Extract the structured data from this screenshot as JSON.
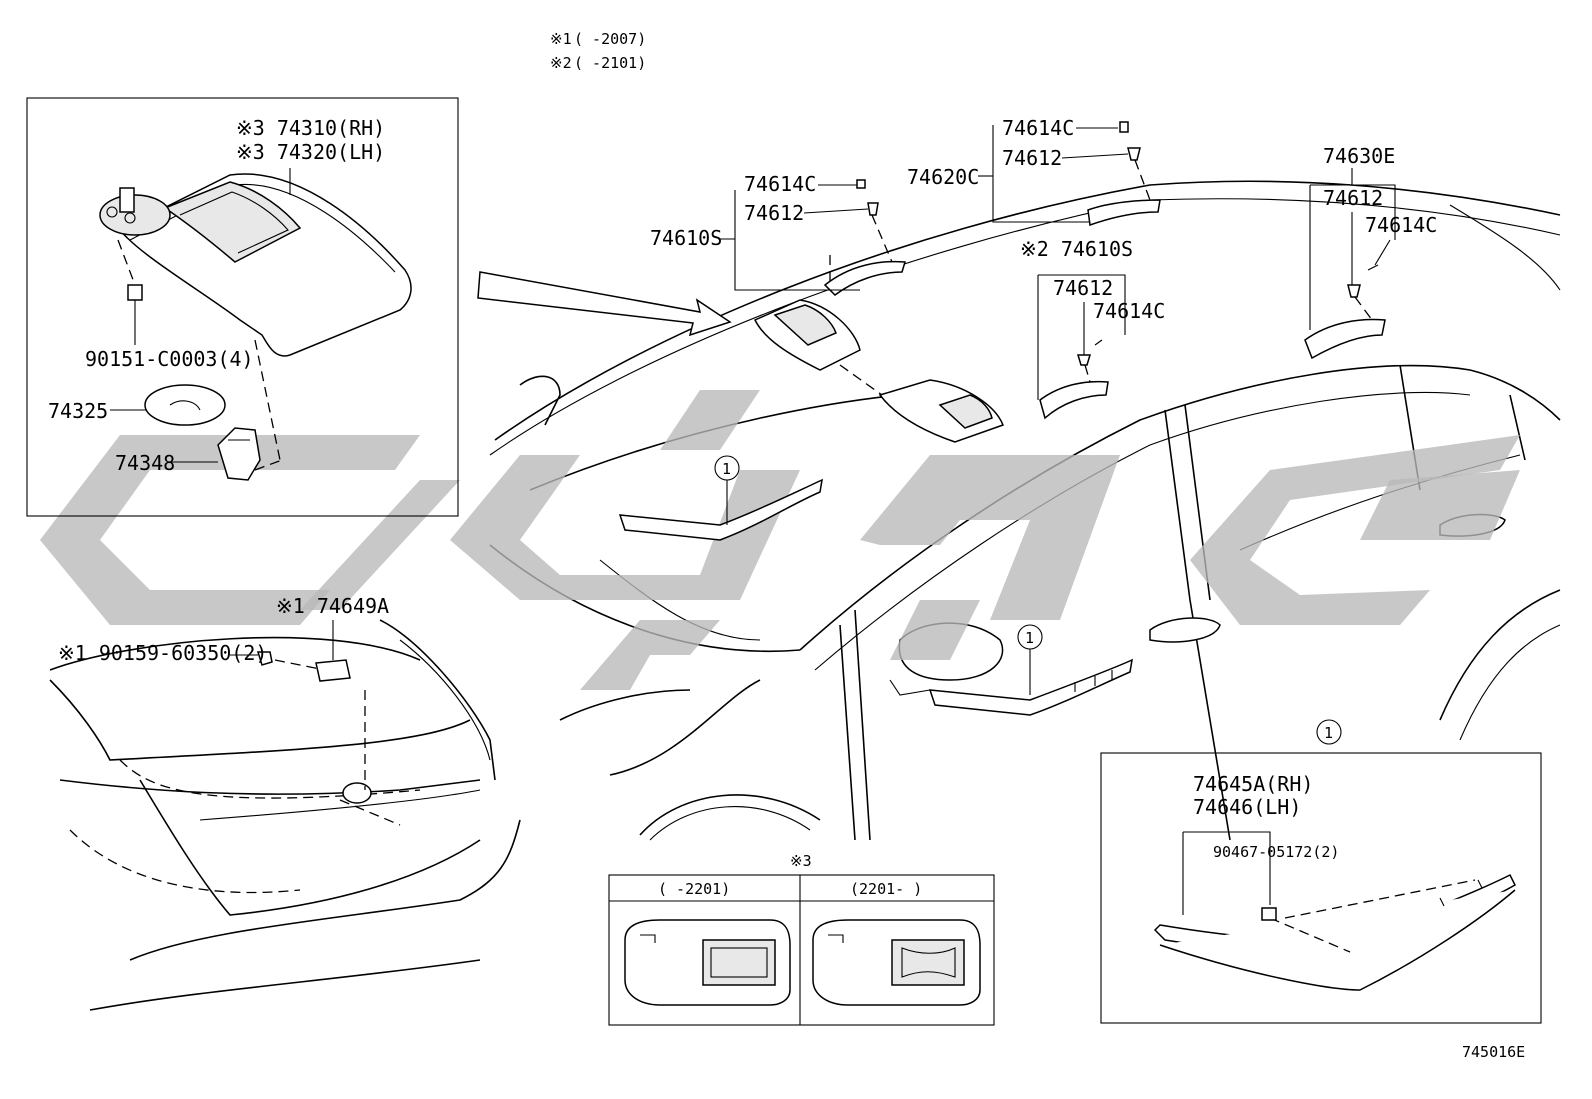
{
  "notes": [
    {
      "mark": "※1",
      "text": "(     -2007)"
    },
    {
      "mark": "※2",
      "text": "(     -2101)"
    }
  ],
  "callouts": {
    "visor_rh": "※3 74310(RH)",
    "visor_lh": "※3 74320(LH)",
    "screw": "90151-C0003(4)",
    "cover": "74325",
    "holder": "74348",
    "grip_74610S_a": "74610S",
    "c_74614C_a": "74614C",
    "c_74612_a": "74612",
    "grip_74620C": "74620C",
    "c_74614C_b": "74614C",
    "c_74612_b": "74612",
    "grip_74610S_b": "※2 74610S",
    "c_74612_c": "74612",
    "c_74614C_c": "74614C",
    "grip_74630E": "74630E",
    "c_74612_d": "74612",
    "c_74614C_d": "74614C",
    "grip_rear": "※1 74649A",
    "screw_rear": "※1 90159-60350(2)",
    "assist_rh": "74645A(RH)",
    "assist_lh": "74646(LH)",
    "assist_clip": "90467-05172(2)",
    "ref_circle": "1"
  },
  "variant_table": {
    "title": "※3",
    "columns": [
      "(     -2201)",
      "(2201-     )"
    ]
  },
  "diagram_number": "745016E",
  "colors": {
    "line": "#000000",
    "watermark": "#b8b8b8",
    "background": "#ffffff"
  }
}
